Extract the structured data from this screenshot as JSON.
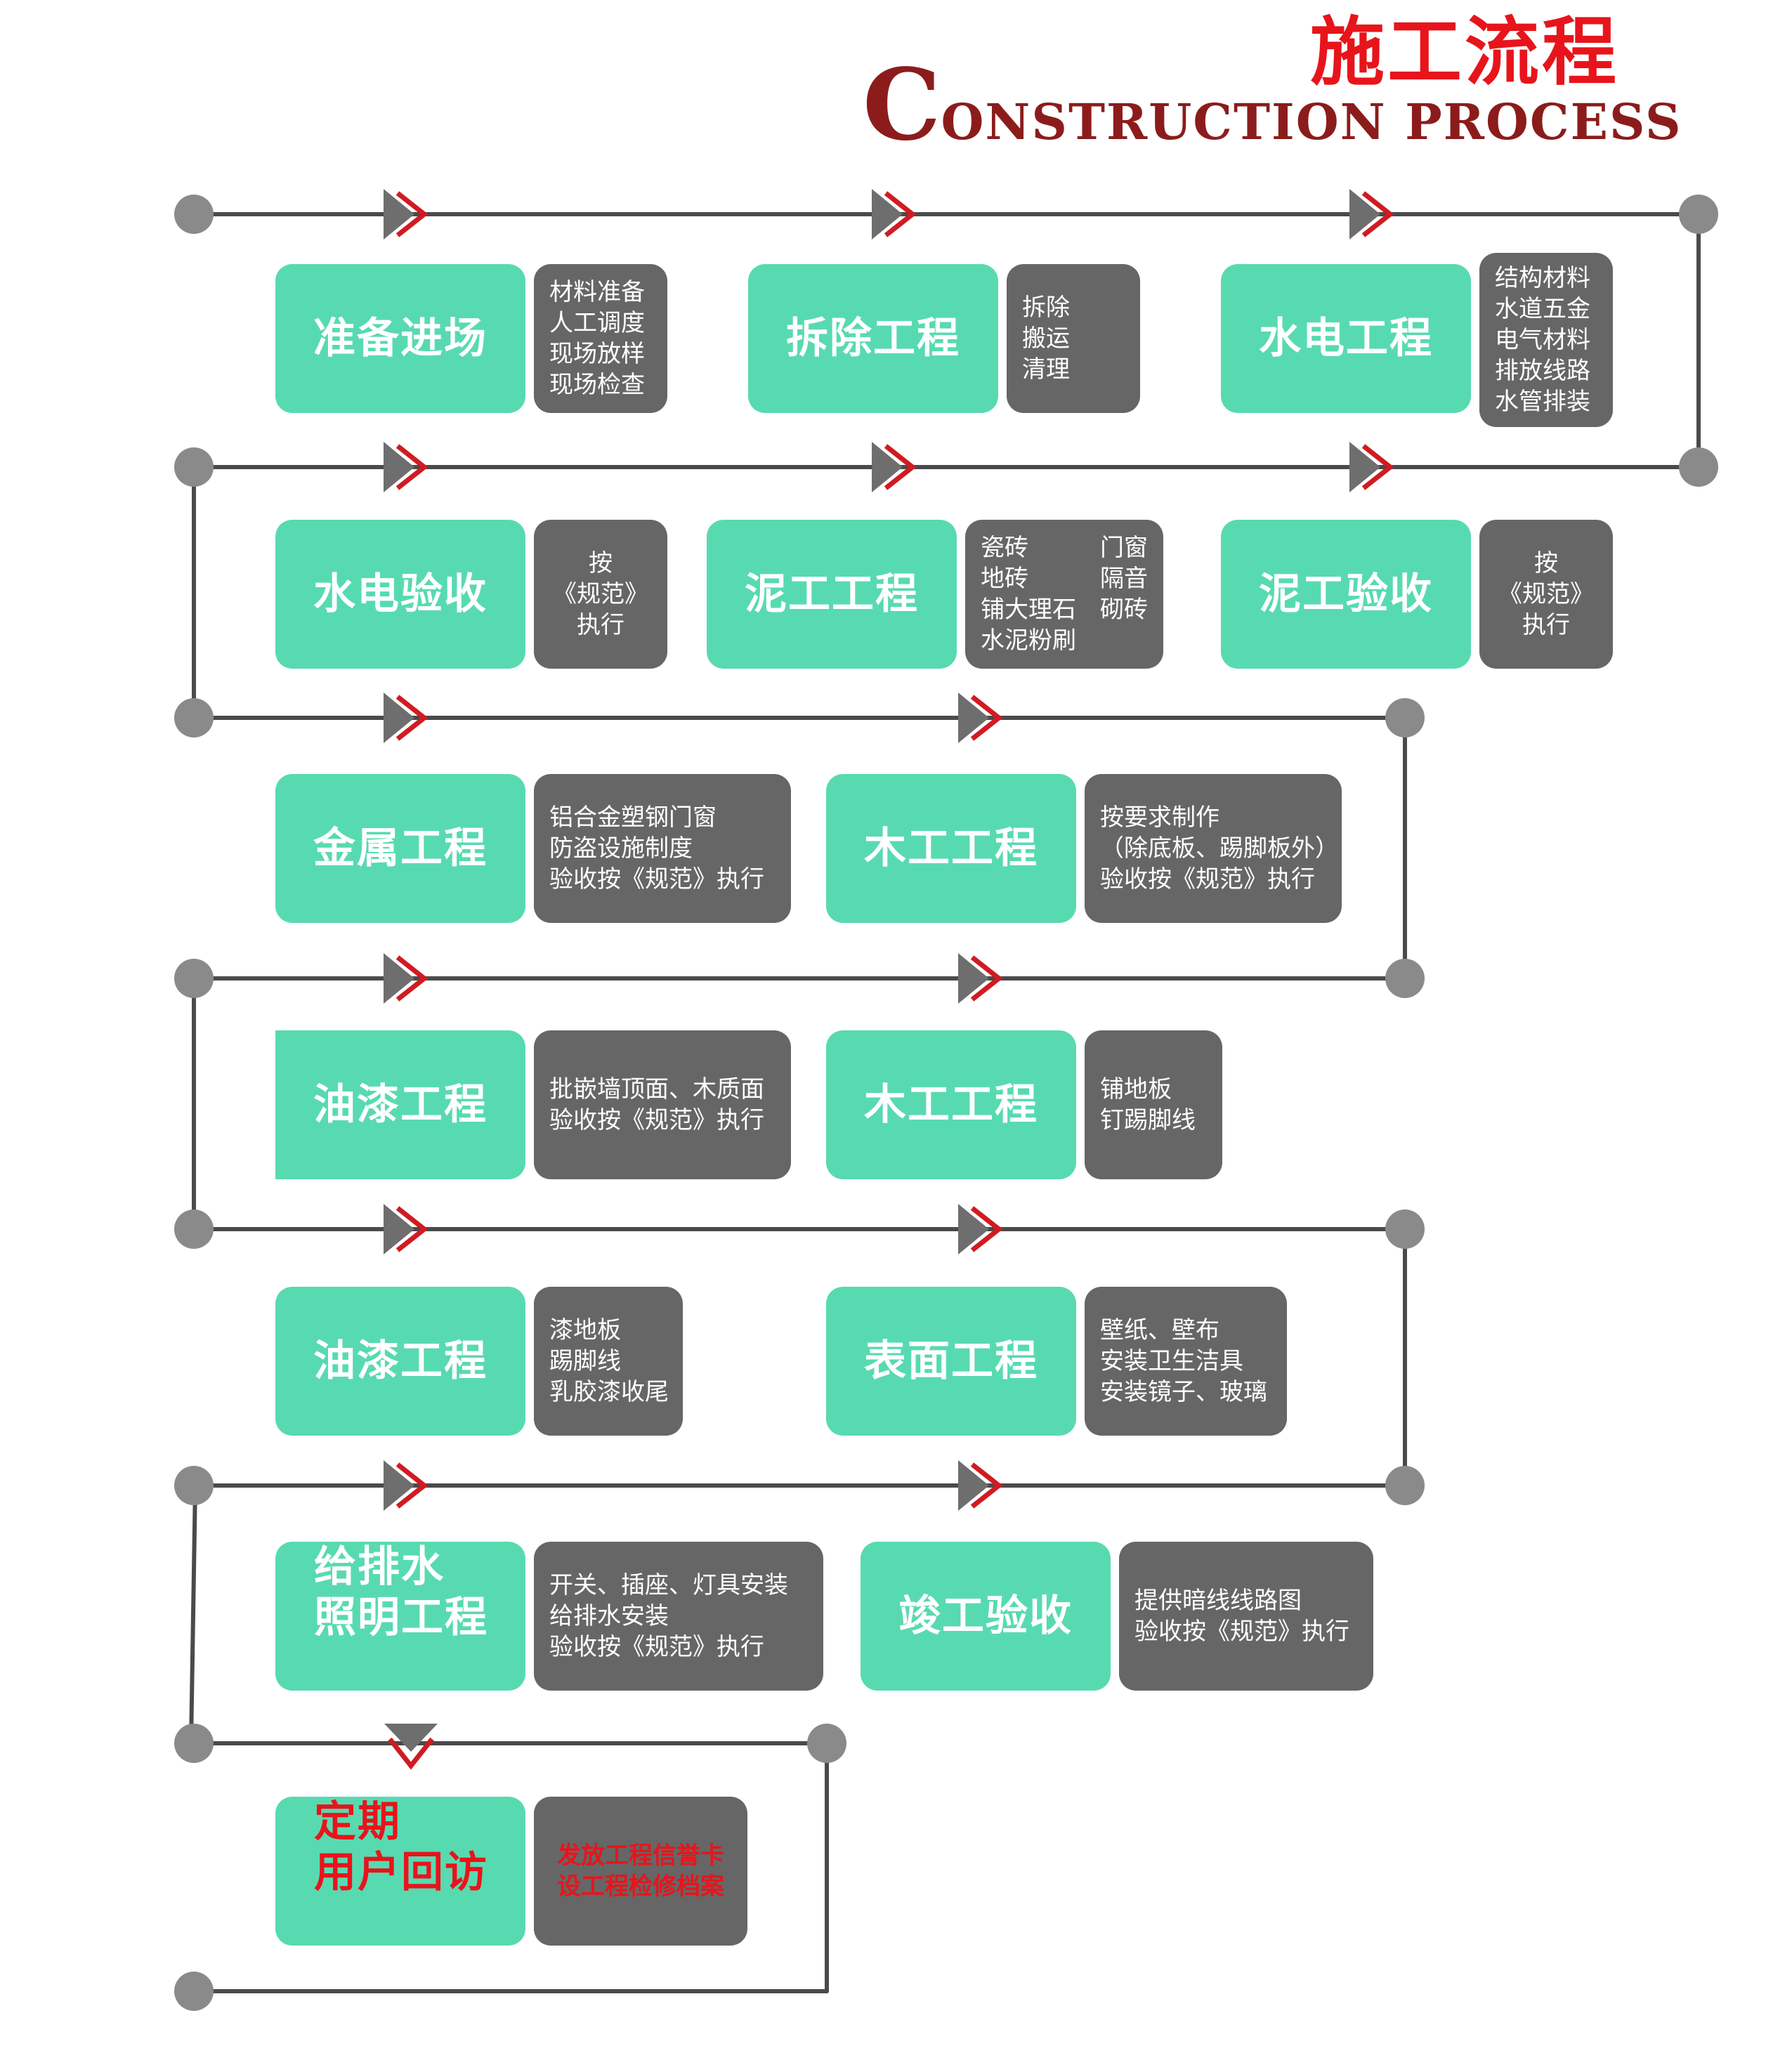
{
  "title": {
    "cn": "施工流程",
    "en_initial": "C",
    "en_rest": "ONSTRUCTION PROCESS"
  },
  "colors": {
    "step": "#58dab1",
    "note": "#666666",
    "line": "#4a4a4a",
    "dot": "#8a8a8a",
    "arrow_red": "#d01b22",
    "title_red": "#e8141b",
    "title_dark": "#8c1c1c"
  },
  "steps": [
    {
      "label": "准备进场",
      "notes": [
        "材料准备",
        "人工调度",
        "现场放样",
        "现场检查"
      ]
    },
    {
      "label": "拆除工程",
      "notes": [
        "拆除",
        "搬运",
        "清理"
      ]
    },
    {
      "label": "水电工程",
      "notes": [
        "结构材料",
        "水道五金",
        "电气材料",
        "排放线路",
        "水管排装"
      ]
    },
    {
      "label": "水电验收",
      "notes": [
        "按",
        "《规范》",
        "执行"
      ]
    },
    {
      "label": "泥工工程",
      "notes": [
        "瓷砖",
        "门窗",
        "地砖",
        "隔音",
        "铺大理石",
        "砌砖",
        "水泥粉刷",
        ""
      ]
    },
    {
      "label": "泥工验收",
      "notes": [
        "按",
        "《规范》",
        "执行"
      ]
    },
    {
      "label": "金属工程",
      "notes": [
        "铝合金塑钢门窗",
        "防盗设施制度",
        "验收按《规范》执行"
      ]
    },
    {
      "label": "木工工程",
      "notes": [
        "按要求制作",
        "（除底板、踢脚板外）",
        "验收按《规范》执行"
      ]
    },
    {
      "label": "油漆工程",
      "notes": [
        "批嵌墙顶面、木质面",
        "验收按《规范》执行"
      ]
    },
    {
      "label": "木工工程",
      "notes": [
        "铺地板",
        "钉踢脚线"
      ]
    },
    {
      "label": "油漆工程",
      "notes": [
        "漆地板",
        "踢脚线",
        "乳胶漆收尾"
      ]
    },
    {
      "label": "表面工程",
      "notes": [
        "壁纸、壁布",
        "安装卫生洁具",
        "安装镜子、玻璃"
      ]
    },
    {
      "label": "给排水",
      "label2": "照明工程",
      "notes": [
        "开关、插座、灯具安装",
        "给排水安装",
        "验收按《规范》执行"
      ]
    },
    {
      "label": "竣工验收",
      "notes": [
        "提供暗线线路图",
        "验收按《规范》执行"
      ]
    },
    {
      "label": "定期",
      "label2": "用户回访",
      "notes": [
        "发放工程信誉卡",
        "设工程检修档案"
      ]
    }
  ]
}
